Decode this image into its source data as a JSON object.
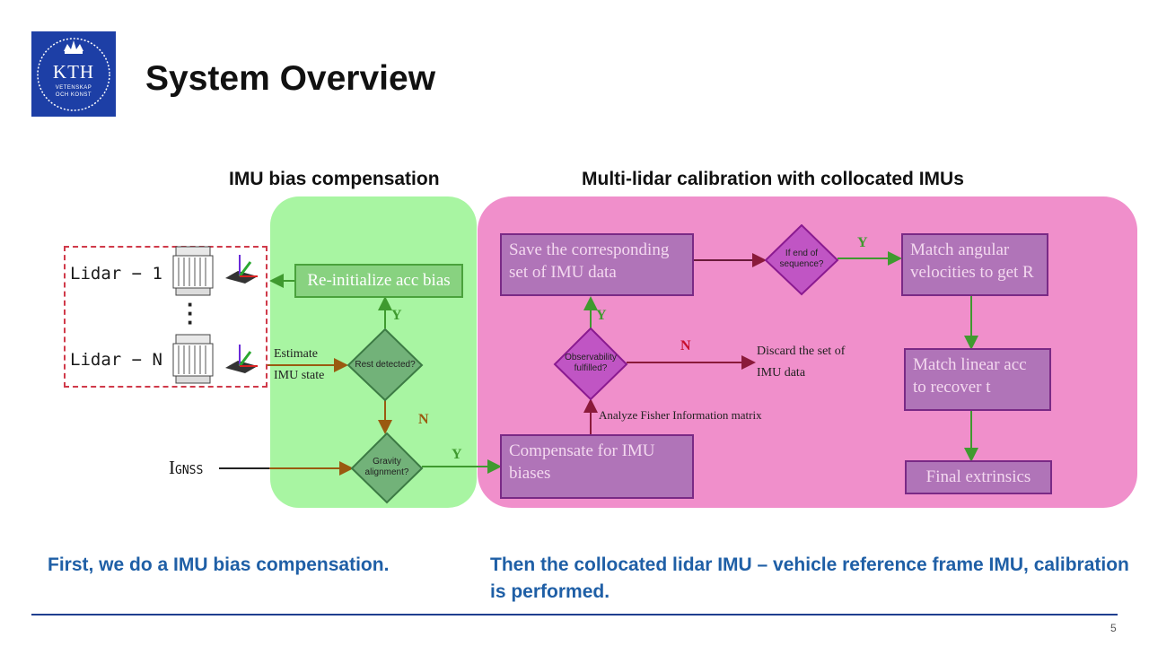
{
  "logo": {
    "name": "KTH",
    "line1": "VETENSKAP",
    "line2": "OCH KONST"
  },
  "slide": {
    "title": "System Overview",
    "page_number": "5"
  },
  "sections": {
    "left_title": "IMU bias compensation",
    "right_title": "Multi-lidar calibration with collocated IMUs"
  },
  "lidars": {
    "first": "Lidar − 1",
    "last": "Lidar − N"
  },
  "inputs": {
    "gnss": "I",
    "gnss_sub": "GNSS"
  },
  "boxes": {
    "reinit": "Re-initialize acc bias",
    "save": "Save the corresponding set of IMU data",
    "match_angular": "Match angular velocities to get R",
    "match_linear": "Match linear acc to recover t",
    "compensate": "Compensate for IMU biases",
    "final": "Final extrinsics"
  },
  "decisions": {
    "rest": "Rest detected?",
    "gravity": "Gravity alignment?",
    "observability": "Observability fulfilled?",
    "end_seq": "If end of sequence?"
  },
  "annotations": {
    "estimate": "Estimate IMU state",
    "discard": "Discard the set of IMU data",
    "fisher": "Analyze Fisher Information matrix"
  },
  "branch_labels": {
    "yes": "Y",
    "no": "N"
  },
  "captions": {
    "left": "First, we do a IMU bias compensation.",
    "right": "Then the collocated lidar IMU – vehicle reference frame IMU, calibration is performed."
  },
  "colors": {
    "green_panel": "#a8f5a2",
    "pink_panel": "#f08fcb",
    "green_box": "#88d280",
    "purple_box": "#b074b8",
    "caption_blue": "#1f5fa6",
    "logo_blue": "#1d3fa6"
  }
}
